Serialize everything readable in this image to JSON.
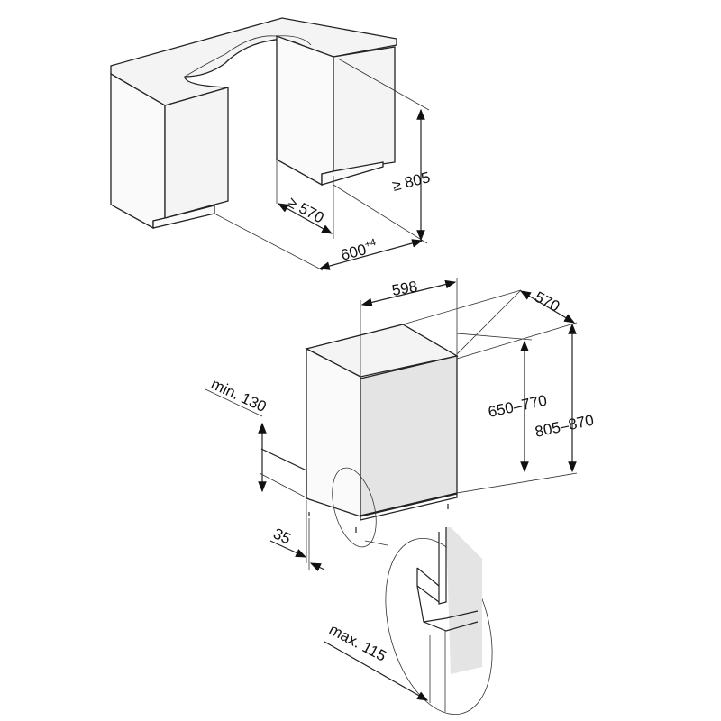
{
  "installation_niche": {
    "height_label": "≥ 805",
    "depth_label": "≥ 570",
    "width_label": "600",
    "width_tolerance": "+4"
  },
  "appliance": {
    "width_label": "598",
    "depth_label": "570",
    "door_height_label": "650–770",
    "total_height_label": "805–870",
    "plinth_height_label": "min. 130",
    "plinth_depth_label": "35",
    "door_overhang_label": "max. 115"
  },
  "colors": {
    "line": "#222222",
    "door_panel": "#e4e4e4",
    "background": "#ffffff"
  }
}
